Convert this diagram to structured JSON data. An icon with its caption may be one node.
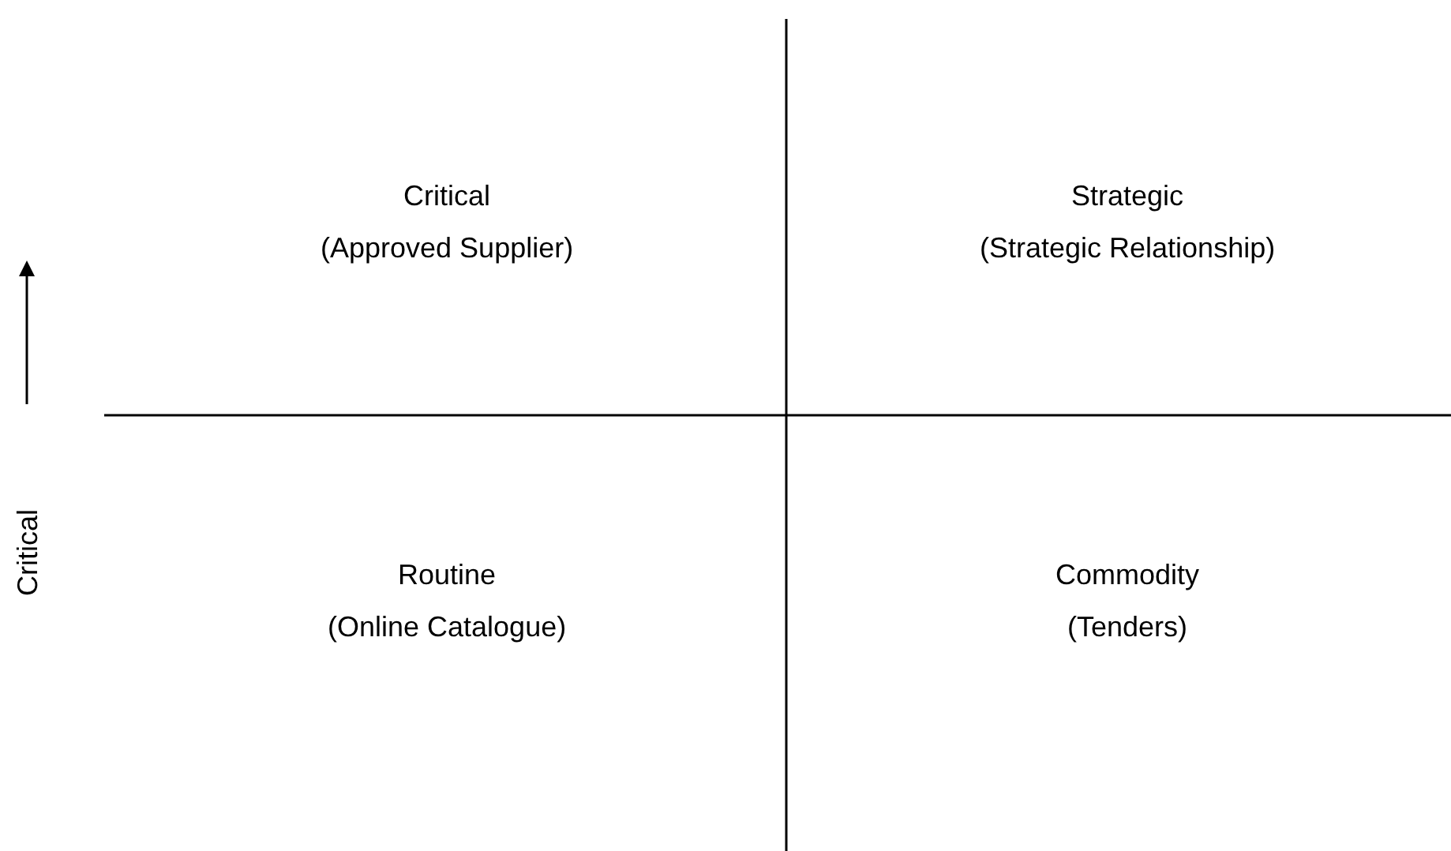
{
  "diagram": {
    "labels": [
      "Critical",
      "(Approved Supplier)",
      "Strategic",
      "(Strategic Relationship)",
      "Critical",
      "Routine",
      "(Online Catalogue)",
      "Commodity",
      "(Tenders)"
    ]
  }
}
